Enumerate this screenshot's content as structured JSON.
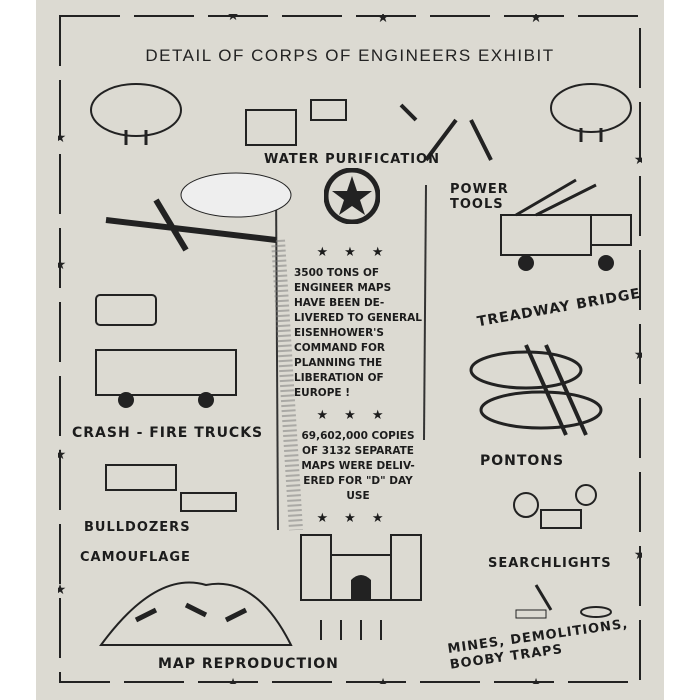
{
  "title": "DETAIL OF CORPS OF ENGINEERS EXHIBIT",
  "labels": {
    "water": "WATER PURIFICATION",
    "power": "POWER TOOLS",
    "treadway": "TREADWAY BRIDGE",
    "crash": "CRASH - FIRE TRUCKS",
    "pontons": "PONTONS",
    "bulldozers": "BULLDOZERS",
    "camouflage": "CAMOUFLAGE",
    "searchlights": "SEARCHLIGHTS",
    "map": "MAP REPRODUCTION",
    "mines": "MINES, DEMOLITIONS, BOOBY TRAPS"
  },
  "center": {
    "stars": "★★★",
    "text1": "3500 TONS OF ENGINEER MAPS HAVE BEEN DE- LIVERED TO GENERAL EISENHOWER'S COMMAND FOR PLANNING THE LIBERATION OF EUROPE !",
    "text2": "69,602,000 COPIES OF 3132 SEPARATE MAPS WERE DELIV- ERED FOR \"D\" DAY USE"
  }
}
